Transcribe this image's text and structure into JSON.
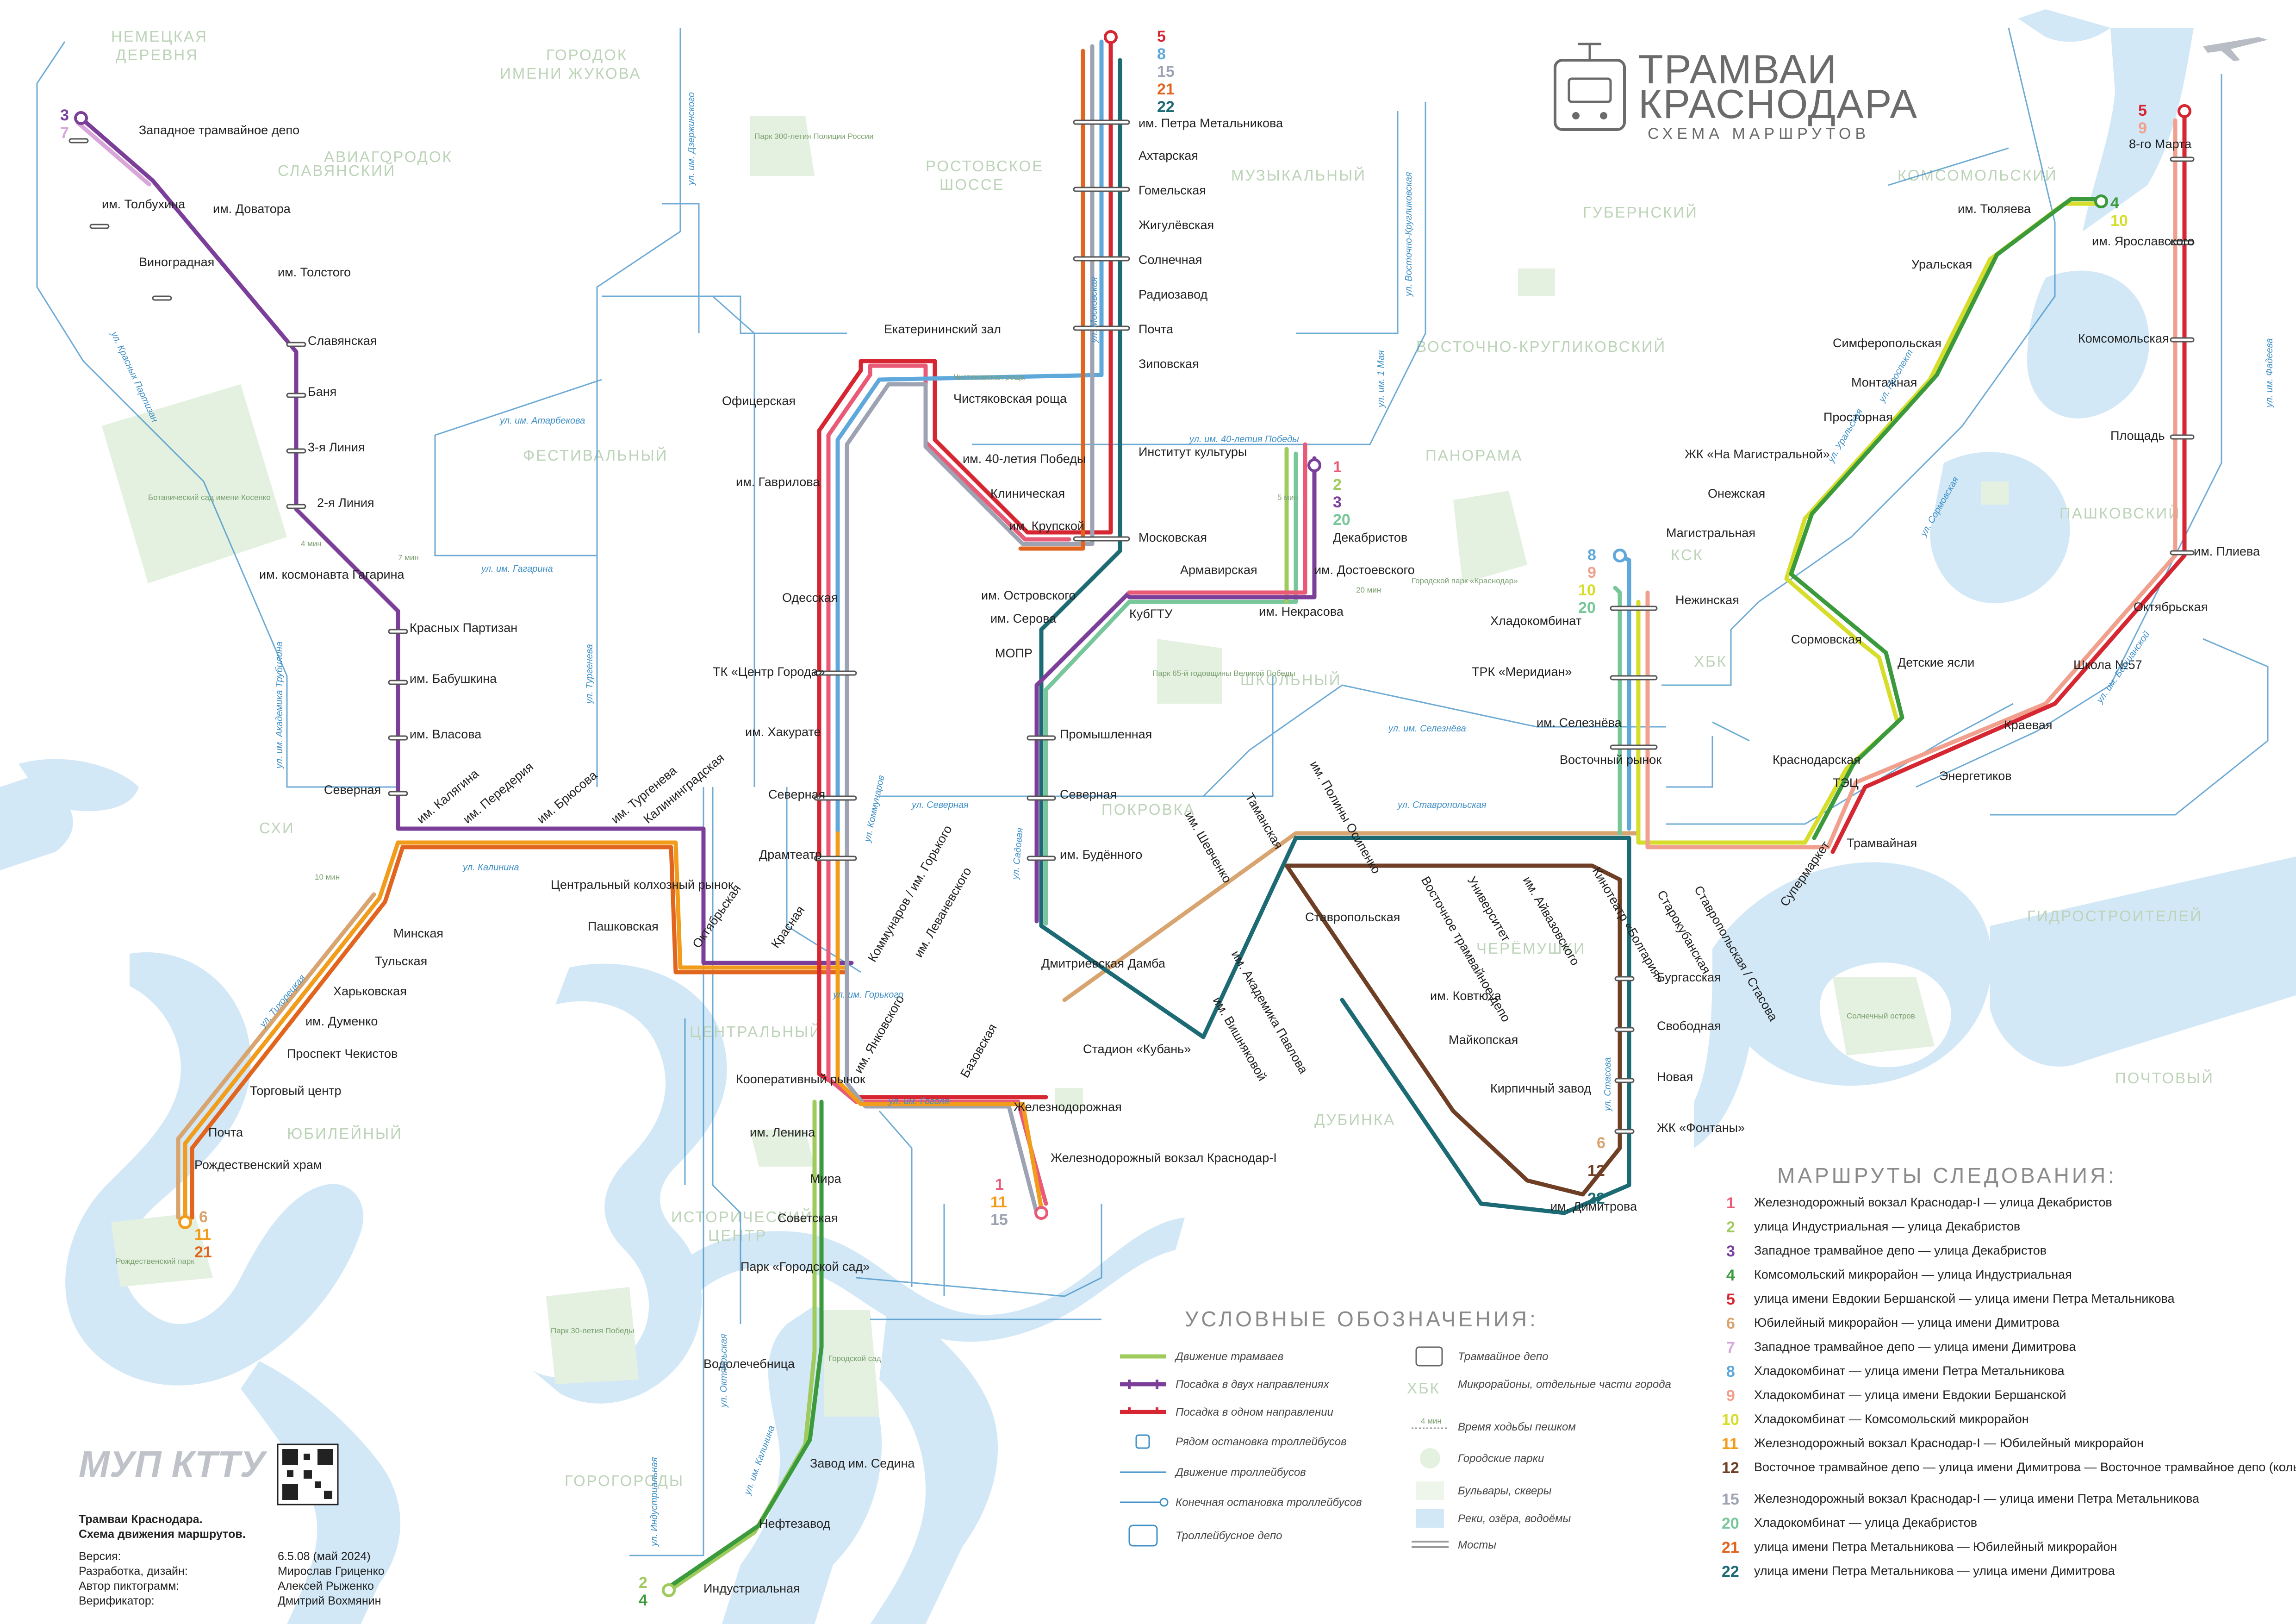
{
  "title": {
    "line1": "ТРАМВАИ",
    "line2": "КРАСНОДАРА",
    "subtitle": "СХЕМА МАРШРУТОВ"
  },
  "colors": {
    "r1": "#e95a77",
    "r2": "#9fcb5d",
    "r3": "#7b3f9a",
    "r4": "#3a9a3c",
    "r5": "#d62631",
    "r6": "#d8a46f",
    "r7": "#d8a6d8",
    "r8": "#5fa8dc",
    "r9": "#f2a08e",
    "r10": "#d6dd2a",
    "r11": "#f29c1c",
    "r12": "#6e3f24",
    "r15": "#9da3b2",
    "r20": "#78c79a",
    "r21": "#e2651f",
    "r22": "#1b6a74",
    "water": "#d3e8f7",
    "park": "#e4f1e0",
    "trolley": "#3e8fc7"
  },
  "districts": [
    "НЕМЕЦКАЯ",
    "ДЕРЕВНЯ",
    "СЛАВЯНСКИЙ",
    "АВИАГОРОДОК",
    "ГОРОДОК",
    "ИМЕНИ ЖУКОВА",
    "РОСТОВСКОЕ",
    "ШОССЕ",
    "МУЗЫКАЛЬНЫЙ",
    "ГУБЕРНСКИЙ",
    "КОМСОМОЛЬСКИЙ",
    "ВОСТОЧНО-КРУГЛИКОВСКИЙ",
    "ФЕСТИВАЛЬНЫЙ",
    "ПАНОРАМА",
    "ПАШКОВСКИЙ",
    "КСК",
    "ХБК",
    "ШКОЛЬНЫЙ",
    "ПОКРОВКА",
    "СХИ",
    "ГИДРОСТРОИТЕЛЕЙ",
    "ЧЕРЁМУШКИ",
    "ПОЧТОВЫЙ",
    "ЦЕНТРАЛЬНЫЙ",
    "ЮБИЛЕЙНЫЙ",
    "ИСТОРИЧЕСКИЙ",
    "ЦЕНТР",
    "ДУБИНКА",
    "ГОРОГОРОДЫ"
  ],
  "stops": {
    "s01": "Западное трамвайное депо",
    "s02": "им. Толбухина",
    "s03": "им. Доватора",
    "s04": "Виноградная",
    "s05": "им. Толстого",
    "s06": "Славянская",
    "s07": "Баня",
    "s08": "3-я Линия",
    "s09": "2-я Линия",
    "s10": "им. космонавта Гагарина",
    "s11": "Красных Партизан",
    "s12": "им. Бабушкина",
    "s13": "им. Власова",
    "s14": "Северная",
    "s15": "им. Калягина",
    "s16": "им. Передерия",
    "s17": "им. Брюсова",
    "s18": "им. Тургенева",
    "s19": "Калининградская",
    "s20": "Центральный колхозный рынок",
    "s21": "Пашковская",
    "s22": "Минская",
    "s23": "Тульская",
    "s24": "Харьковская",
    "s25": "им. Думенко",
    "s26": "Проспект Чекистов",
    "s27": "Торговый центр",
    "s28": "Почта",
    "s29": "Рождественский храм",
    "s30": "Октябрьская",
    "s31": "Красная",
    "s32": "Офицерская",
    "s33": "им. Гаврилова",
    "s34": "Одесская",
    "s35": "ТК «Центр Города»",
    "s36": "им. Хакурате",
    "s37": "Северная",
    "s38": "Драмтеатр",
    "s39": "Коммунаров / им. Горького",
    "s40": "им. Леваневского",
    "s41": "им. Янковского",
    "s42": "Базовская",
    "s43": "Кооперативный рынок",
    "s44": "им. Ленина",
    "s45": "Мира",
    "s46": "Советская",
    "s47": "Парк «Городской сад»",
    "s48": "Водолечебница",
    "s49": "Завод им. Седина",
    "s50": "Нефтезавод",
    "s51": "Индустриальная",
    "s52": "Екатерининский зал",
    "s53": "Чистяковская роща",
    "s54": "им. 40-летия Победы",
    "s55": "Клиническая",
    "s56": "им. Крупской",
    "s57": "им. Островского",
    "s58": "им. Серова",
    "s59": "МОПР",
    "s60": "Промышленная",
    "s61": "Северная",
    "s62": "им. Будённого",
    "s63": "Дмитриевская Дамба",
    "s64": "Стадион «Кубань»",
    "s65": "Железнодорожная",
    "s66": "Железнодорожный вокзал Краснодар-I",
    "s67": "им. Петра Метальникова",
    "s68": "Ахтарская",
    "s69": "Гомельская",
    "s70": "Жигулёвская",
    "s71": "Солнечная",
    "s72": "Радиозавод",
    "s73": "Почта",
    "s74": "Зиповская",
    "s75": "Институт культуры",
    "s76": "Московская",
    "s77": "Армавирская",
    "s78": "КубГТУ",
    "s79": "им. Некрасова",
    "s80": "Декабристов",
    "s81": "им. Достоевского",
    "s82": "Хладокомбинат",
    "s83": "ТРК «Меридиан»",
    "s84": "им. Селезнёва",
    "s85": "Восточный рынок",
    "s86": "Таманская",
    "s87": "им. Шевченко",
    "s88": "им. Полины Осипенко",
    "s89": "Восточное трамвайное депо",
    "s90": "Университет",
    "s91": "им. Айвазовского",
    "s92": "Кинотеатр «Болгария»",
    "s93": "Ставропольская",
    "s94": "им. Академика Павлова",
    "s95": "им. Вишняковой",
    "s96": "им. Ковтюха",
    "s97": "Майкопская",
    "s98": "Кирпичный завод",
    "s99": "им. Димитрова",
    "s100": "Ставропольская / Стасова",
    "s101": "Старокубанская",
    "s102": "Бургасская",
    "s103": "Свободная",
    "s104": "Новая",
    "s105": "ЖК «Фонтаны»",
    "s106": "8-го Марта",
    "s107": "им. Ярославского",
    "s108": "Комсомольская",
    "s109": "Площадь",
    "s110": "им. Плиева",
    "s111": "Октябрьская",
    "s112": "Школа №57",
    "s113": "Краевая",
    "s114": "Энергетиков",
    "s115": "Трамвайная",
    "s116": "Супермаркет",
    "s117": "ТЭЦ",
    "s118": "Краснодарская",
    "s119": "Детские ясли",
    "s120": "Сормовская",
    "s121": "Нежинская",
    "s122": "Магистральная",
    "s123": "Онежская",
    "s124": "ЖК «На Магистральной»",
    "s125": "Просторная",
    "s126": "Монтажная",
    "s127": "Симферопольская",
    "s128": "Уральская",
    "s129": "им. Тюляева"
  },
  "streets": [
    "ул. Красных Партизан",
    "ул. Калинина",
    "ул. Тургенева",
    "ул. им. Гагарина",
    "ул. им. Атарбекова",
    "ул. им. Дзержинского",
    "ул. Московская",
    "ул. им. 40-летия Победы",
    "ул. им. 1 Мая",
    "ул. Восточно-Кругликовская",
    "ул. им. Селезнёва",
    "ул. Ставропольская",
    "ул. Северная",
    "ул. Садовая",
    "ул. им. Горького",
    "ул. им. Гоголя",
    "ул. Коммунаров",
    "ул. Стасова",
    "ул. Уральская",
    "ул. им. Фадеева",
    "ул. им. Бершанской",
    "ул. Октябрьская",
    "ул. Индустриальная",
    "ул. Тихорецкая",
    "ул. им. Калинина",
    "ул. Сормовская",
    "ул. Проспект",
    "ул. им. Академика Трубилина"
  ],
  "parks": [
    "Парк 300-летия Полиции России",
    "Чистяковская роща",
    "Ботанический сад имени Косенко",
    "Парк 65-й годовщины Великой Победы",
    "Городской парк «Краснодар»",
    "Солнечный остров",
    "Парк 30-летия Победы",
    "Городской сад",
    "Рождественский парк"
  ],
  "legend": {
    "heading": "УСЛОВНЫЕ ОБОЗНАЧЕНИЯ:",
    "items": [
      "Движение трамваев",
      "Посадка в двух направлениях",
      "Посадка в одном направлении",
      "Рядом остановка троллейбусов",
      "Движение троллейбусов",
      "Конечная остановка троллейбусов",
      "Троллейбусное депо"
    ],
    "items_right": [
      "Трамвайное депо",
      "Микрорайоны, отдельные части города",
      "Время ходьбы пешком",
      "Городские парки",
      "Бульвары, скверы",
      "Реки, озёра, водоёмы",
      "Мосты"
    ],
    "sample_district": "ХБК",
    "sample_walk": "4 мин"
  },
  "routes_heading": "МАРШРУТЫ СЛЕДОВАНИЯ:",
  "routes": [
    {
      "num": "1",
      "text": "Железнодорожный вокзал Краснодар-I — улица Декабристов",
      "color": "#e95a77"
    },
    {
      "num": "2",
      "text": "улица Индустриальная — улица Декабристов",
      "color": "#9fcb5d"
    },
    {
      "num": "3",
      "text": "Западное трамвайное депо — улица Декабристов",
      "color": "#7b3f9a"
    },
    {
      "num": "4",
      "text": "Комсомольский микрорайон — улица Индустриальная",
      "color": "#3a9a3c"
    },
    {
      "num": "5",
      "text": "улица имени Евдокии Бершанской — улица имени Петра Метальникова",
      "color": "#d62631"
    },
    {
      "num": "6",
      "text": "Юбилейный микрорайон — улица имени Димитрова",
      "color": "#d8a46f"
    },
    {
      "num": "7",
      "text": "Западное трамвайное депо — улица имени Димитрова",
      "color": "#d8a6d8"
    },
    {
      "num": "8",
      "text": "Хладокомбинат — улица имени Петра Метальникова",
      "color": "#5fa8dc"
    },
    {
      "num": "9",
      "text": "Хладокомбинат — улица имени Евдокии Бершанской",
      "color": "#f2a08e"
    },
    {
      "num": "10",
      "text": "Хладокомбинат — Комсомольский микрорайон",
      "color": "#d6dd2a"
    },
    {
      "num": "11",
      "text": "Железнодорожный вокзал Краснодар-I — Юбилейный микрорайон",
      "color": "#f29c1c"
    },
    {
      "num": "12",
      "text": "Восточное трамвайное депо — улица имени Димитрова — Восточное трамвайное депо (кольцевой)",
      "color": "#6e3f24"
    },
    {
      "num": "15",
      "text": "Железнодорожный вокзал Краснодар-I — улица имени Петра Метальникова",
      "color": "#9da3b2"
    },
    {
      "num": "20",
      "text": "Хладокомбинат — улица Декабристов",
      "color": "#78c79a"
    },
    {
      "num": "21",
      "text": "улица имени Петра Метальникова — Юбилейный микрорайон",
      "color": "#e2651f"
    },
    {
      "num": "22",
      "text": "улица имени Петра Метальникова — улица имени Димитрова",
      "color": "#1b6a74"
    }
  ],
  "info": {
    "logo": "МУП КТТУ",
    "caption1": "Трамваи Краснодара.",
    "caption2": "Схема движения маршрутов.",
    "rows": [
      {
        "k": "Версия:",
        "v": "6.5.08 (май 2024)"
      },
      {
        "k": "Разработка, дизайн:",
        "v": "Мирослав Гриценко"
      },
      {
        "k": "Автор пиктограмм:",
        "v": "Алексей Рыженко"
      },
      {
        "k": "Верификатор:",
        "v": "Дмитрий Вохмянин"
      }
    ]
  },
  "terminals": {
    "west_depot": [
      "3",
      "7"
    ],
    "metalnikova": [
      "5",
      "8",
      "15",
      "21",
      "22"
    ],
    "bershanskoy": [
      "5",
      "9"
    ],
    "komsomolsky": [
      "4",
      "10"
    ],
    "dekabristov": [
      "1",
      "2",
      "3",
      "20"
    ],
    "khladokombinat": [
      "8",
      "9",
      "10",
      "20"
    ],
    "yubileyny": [
      "6",
      "11",
      "21"
    ],
    "vokzal": [
      "1",
      "11",
      "15"
    ],
    "industrialnaya": [
      "2",
      "4"
    ],
    "dimitrova": [
      "6",
      "12",
      "22"
    ]
  },
  "notes": {
    "walk4": "4 мин",
    "walk5": "5 мин",
    "walk7": "7 мин",
    "walk10": "10 мин",
    "walk20": "20 мин"
  }
}
